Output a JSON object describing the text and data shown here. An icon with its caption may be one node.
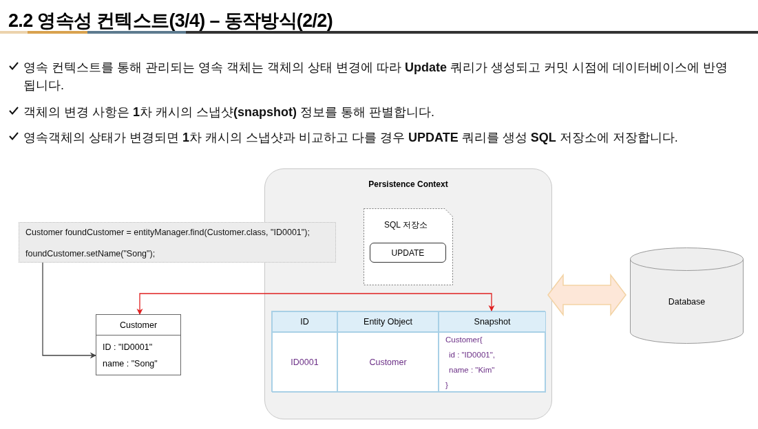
{
  "diagram": {
    "title": "2.2 영속성 컨텍스트(3/4) – 동작방식(2/2)",
    "nodes": [
      {
        "text": [
          "Persistence Context"
        ]
      },
      {
        "text": [
          "SQL 저장소"
        ],
        "in": 0
      },
      {
        "text": [
          "UPDATE"
        ],
        "in": 1
      },
      {
        "text": [
          "Customer foundCustomer = entityManager.find(Customer.class, \"ID0001\");",
          "foundCustomer.setName(\"Song\");"
        ]
      },
      {
        "text": [
          "Customer",
          "ID : \"ID0001\"",
          "name : \"Song\""
        ]
      },
      {
        "text": [],
        "shape": "box",
        "in": 0
      },
      {
        "text": [
          "ID"
        ],
        "in": 5
      },
      {
        "text": [
          "Entity Object"
        ],
        "in": 5
      },
      {
        "text": [
          "Snapshot"
        ],
        "in": 5
      },
      {
        "text": [
          "ID0001"
        ],
        "in": 5
      },
      {
        "text": [
          "Customer"
        ],
        "in": 5
      },
      {
        "text": [
          "Customer{",
          "id : \"ID0001\",",
          "name : \"Kim\"",
          "}"
        ],
        "in": 5
      },
      {
        "text": [
          "Database"
        ]
      }
    ],
    "edges": [
      {
        "from": 3,
        "to": 4,
        "arrow": "to"
      },
      {
        "from": 4,
        "to": 8,
        "arrow": "both",
        "color": "#e02020"
      },
      {
        "from": 0,
        "to": 12,
        "arrow": "both",
        "style": "thick",
        "color": "#fde7d8"
      }
    ],
    "labels": [
      "영속 컨텍스트를 통해 관리되는 영속 객체는 객체의 상태 변경에 따라 **Update** 쿼리가 생성되고 커밋 시점에 데이터베이스에 반영됩니다.",
      "객체의 변경 사항은 **1**차 캐시의 스냅샷**(snapshot)** 정보를 통해 판별합니다.",
      "영속객체의 상태가 변경되면 **1**차 캐시의 스냅샷과 비교하고 다를 경우 **UPDATE** 쿼리를 생성 **SQL** 저장소에 저장합니다."
    ]
  }
}
